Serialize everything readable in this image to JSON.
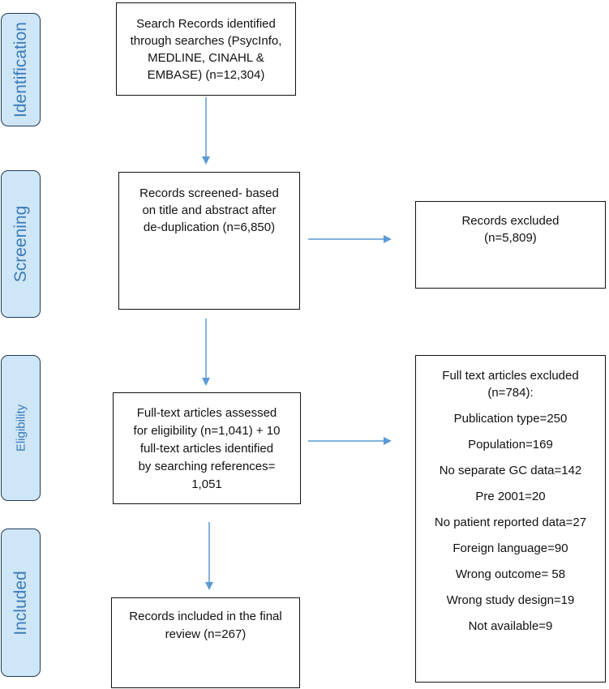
{
  "stages": {
    "identification": "Identification",
    "screening": "Screening",
    "eligibility": "Eligibility",
    "included": "Included"
  },
  "identification_box": {
    "lines": [
      "Search Records identified",
      "through searches (PsycInfo,",
      "MEDLINE, CINAHL &",
      "EMBASE) (n=12,304)"
    ]
  },
  "screening_box": {
    "lines": [
      "Records screened- based",
      "on title and abstract after",
      "de-duplication (n=6,850)"
    ]
  },
  "excluded_box": {
    "lines": [
      "Records excluded",
      "(n=5,809)"
    ]
  },
  "eligibility_box": {
    "lines": [
      "Full-text articles assessed",
      "for eligibility (n=1,041) + 10",
      "full-text articles identified",
      "by searching references=",
      "1,051"
    ]
  },
  "fulltext_excluded_box": {
    "header_lines": [
      "Full text articles excluded",
      "(n=784):"
    ],
    "reasons": [
      "Publication type=250",
      "Population=169",
      "No separate GC data=142",
      "Pre 2001=20",
      "No patient reported data=27",
      "Foreign language=90",
      "Wrong outcome= 58",
      "Wrong study design=19",
      "Not available=9"
    ]
  },
  "included_box": {
    "lines": [
      "Records included in the final",
      "review (n=267)"
    ]
  },
  "colors": {
    "stage_fill": "#cfe6f7",
    "stage_text": "#3b7bb8",
    "arrow": "#5b9bd5"
  }
}
